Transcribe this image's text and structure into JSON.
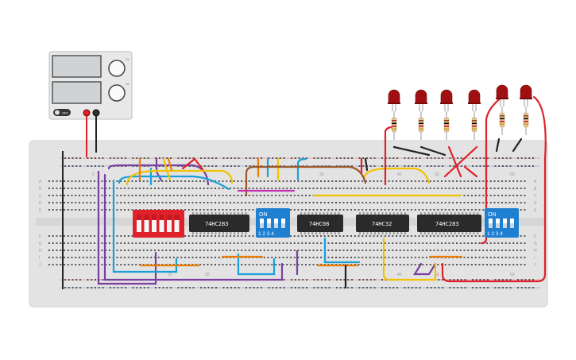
{
  "power_supply": {
    "knob1_label": "CV",
    "knob2_label": "CC",
    "switch_label": "OFF"
  },
  "chips": [
    {
      "label": "74HC283"
    },
    {
      "label": "74HC08"
    },
    {
      "label": "74HC32"
    },
    {
      "label": "74HC283"
    }
  ],
  "dip_switches": [
    {
      "label": "ON",
      "numbers": "1 2 3 4",
      "color": "#1f7fd0"
    },
    {
      "label": "ON",
      "numbers": "1 2 3 4",
      "color": "#1f7fd0"
    }
  ],
  "red_dip": {
    "color": "#e0202a"
  },
  "row_letters_top": [
    "A",
    "B",
    "C",
    "D",
    "E"
  ],
  "row_letters_bottom": [
    "F",
    "G",
    "H",
    "I",
    "J"
  ],
  "column_numbers_top": [
    "5",
    "35",
    "45",
    "50",
    "60"
  ],
  "column_numbers_bottom": [
    "15",
    "20",
    "45",
    "50",
    "60"
  ],
  "led_count": 6,
  "colors": {
    "breadboard": "#e6e6e6",
    "wire_yellow": "#f2c200",
    "wire_purple": "#7a3fa0",
    "wire_blue": "#1aa0d8",
    "wire_orange": "#f07d00",
    "wire_red": "#e0202a",
    "wire_black": "#222222",
    "wire_brown": "#9a5a2a",
    "wire_magenta": "#c030b0",
    "led": "#a01010"
  }
}
